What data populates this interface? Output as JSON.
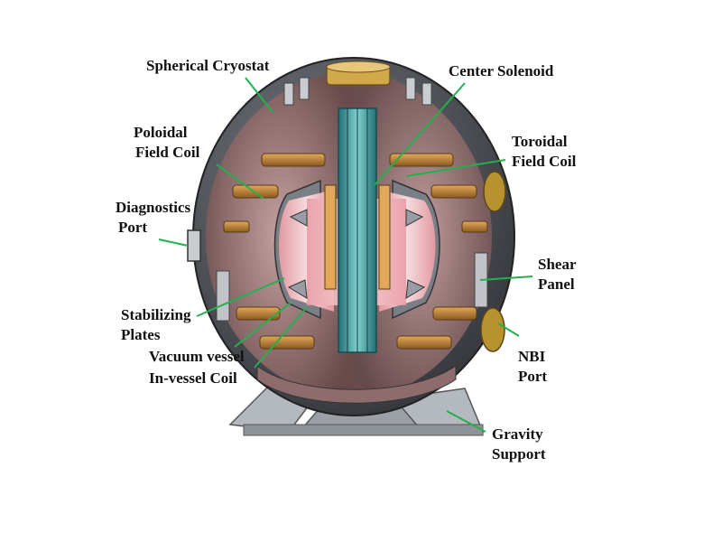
{
  "labels": {
    "spherical_cryostat": "Spherical Cryostat",
    "center_solenoid": "Center Solenoid",
    "poloidal_field_coil_1": "Poloidal",
    "poloidal_field_coil_2": "Field Coil",
    "toroidal_field_coil_1": "Toroidal",
    "toroidal_field_coil_2": "Field Coil",
    "diagnostics_port_1": "Diagnostics",
    "diagnostics_port_2": "Port",
    "shear_panel_1": "Shear",
    "shear_panel_2": "Panel",
    "stabilizing_plates_1": "Stabilizing",
    "stabilizing_plates_2": "Plates",
    "vacuum_vessel": "Vacuum vessel",
    "in_vessel_coil": "In-vessel Coil",
    "nbi_port_1": "NBI",
    "nbi_port_2": "Port",
    "gravity_support_1": "Gravity",
    "gravity_support_2": "Support"
  },
  "colors": {
    "leader_line": "#22b14c",
    "shell": "#55585e",
    "shell_inner": "#8f6f70",
    "coil": "#c98a3c",
    "plasma": "#f2b8bd",
    "solenoid": "#3a9a9a",
    "support": "#9aa0a6"
  }
}
